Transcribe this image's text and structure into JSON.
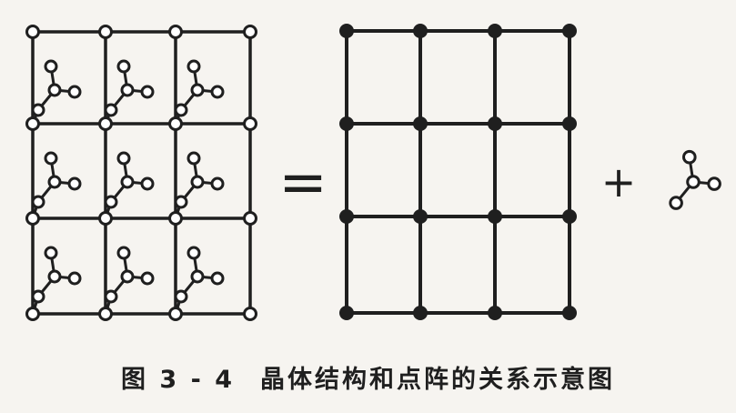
{
  "figure": {
    "crystal_structure": {
      "rows": 3,
      "cols": 3,
      "basis_per_cell": 1
    },
    "lattice": {
      "rows": 3,
      "cols": 3
    },
    "equals_symbol": "=",
    "plus_symbol": "+",
    "basis": {
      "atoms": 4,
      "shape": "three-armed cluster"
    }
  },
  "caption": {
    "figure_number": "图 3 - 4",
    "title": "晶体结构和点阵的关系示意图"
  },
  "colors": {
    "ink": "#1f1f1f",
    "background": "#f6f4f0",
    "open_atom_fill": "#ffffff"
  }
}
